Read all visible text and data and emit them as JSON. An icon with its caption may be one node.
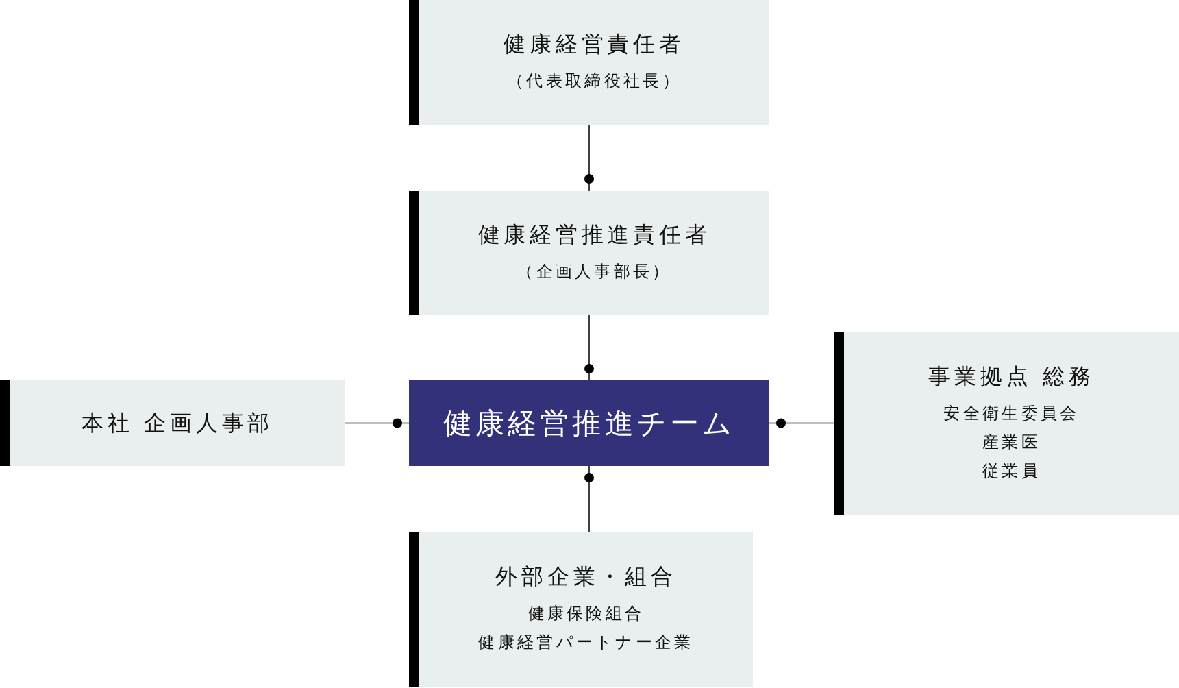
{
  "diagram": {
    "nodes": [
      {
        "text": [
          "健康経営責任者",
          "（代表取締役社長）"
        ]
      },
      {
        "text": [
          "健康経営推進責任者",
          "（企画人事部長）"
        ]
      },
      {
        "text": [
          "健康経営推進チーム"
        ]
      },
      {
        "text": [
          "本社 企画人事部"
        ]
      },
      {
        "text": [
          "事業拠点 総務",
          "安全衛生委員会",
          "産業医",
          "従業員"
        ]
      },
      {
        "text": [
          "外部企業・組合",
          "健康保険組合",
          "健康経営パートナー企業"
        ]
      }
    ],
    "edges": [
      {
        "from": 0,
        "to": 1,
        "arrow": "other"
      },
      {
        "from": 1,
        "to": 2,
        "arrow": "other"
      },
      {
        "from": 3,
        "to": 2,
        "arrow": "other"
      },
      {
        "from": 4,
        "to": 2,
        "arrow": "other"
      },
      {
        "from": 5,
        "to": 2,
        "arrow": "other"
      }
    ]
  }
}
